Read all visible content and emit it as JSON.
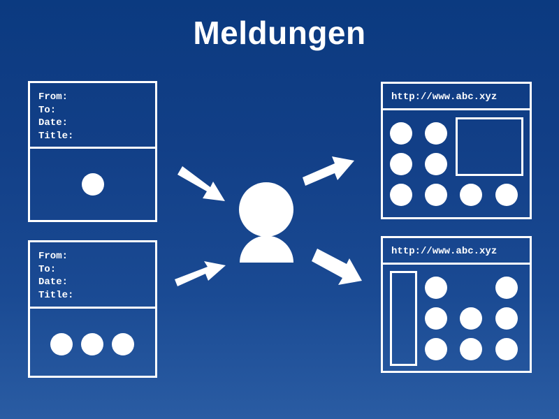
{
  "title": "Meldungen",
  "colors": {
    "background_top": "#0b3a80",
    "background_bottom": "#2a5ca3",
    "foreground": "#ffffff"
  },
  "messages": [
    {
      "fields": [
        "From:",
        "To:",
        "Date:",
        "Title:"
      ],
      "body_dots": 1
    },
    {
      "fields": [
        "From:",
        "To:",
        "Date:",
        "Title:"
      ],
      "body_dots": 3
    }
  ],
  "center": {
    "icon": "person-icon"
  },
  "arrows": [
    {
      "direction": "in",
      "from": "message-1",
      "icon": "arrow-right-down-icon"
    },
    {
      "direction": "in",
      "from": "message-2",
      "icon": "arrow-right-up-icon"
    },
    {
      "direction": "out",
      "to": "webpage-1",
      "icon": "arrow-right-up-icon"
    },
    {
      "direction": "out",
      "to": "webpage-2",
      "icon": "arrow-right-down-icon"
    }
  ],
  "webpages": [
    {
      "url": "http://www.abc.xyz",
      "layout": "dots-grid-with-box-top-right"
    },
    {
      "url": "http://www.abc.xyz",
      "layout": "sidebar-with-dots-grid"
    }
  ]
}
